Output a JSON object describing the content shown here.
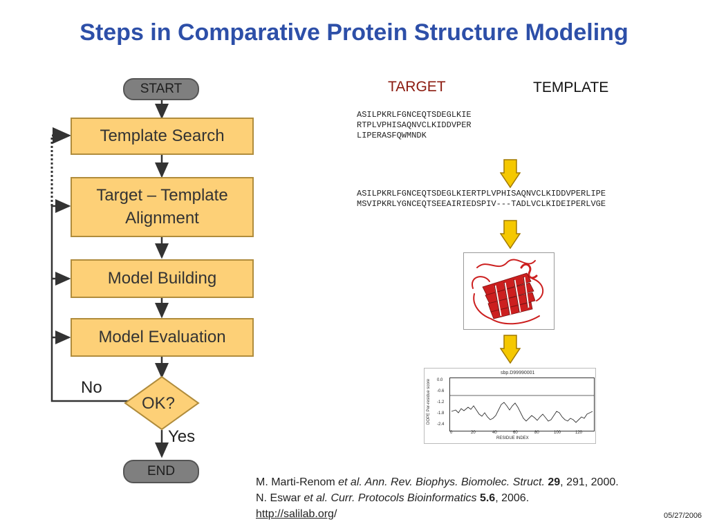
{
  "title": "Steps in Comparative Protein Structure Modeling",
  "flow": {
    "start": "START",
    "template_search": "Template Search",
    "alignment_line1": "Target – Template",
    "alignment_line2": "Alignment",
    "model_building": "Model Building",
    "model_evaluation": "Model Evaluation",
    "decision": "OK?",
    "no_label": "No",
    "yes_label": "Yes",
    "end": "END"
  },
  "headers": {
    "target": "TARGET",
    "template": "TEMPLATE"
  },
  "sequences": {
    "target_seq": "ASILPKRLFGNCEQTSDEGLKIE\nRTPLVPHISAQNVCLKIDDVPER\nLIPERASFQWMNDK",
    "alignment": "ASILPKRLFGNCEQTSDEGLKIERTPLVPHISAQNVCLKIDDVPERLIPE\nMSVIPKRLYGNCEQTSEEAIRIEDSPIV---TADLVCLKIDEIPERLVGE"
  },
  "profile_chart": {
    "chart_title": "sbp.D99990001",
    "y_axis_label": "DOPE Per-residue score",
    "x_axis_label": "RESIDUE INDEX",
    "x_ticks": [
      "0",
      "20",
      "40",
      "60",
      "80",
      "100",
      "120"
    ],
    "y_ticks": [
      "0.0",
      "-0.6",
      "-1.2",
      "-1.8",
      "-2.4"
    ]
  },
  "references": {
    "ref1_authors": "M. Marti-Renom ",
    "ref1_etal": "et al. Ann. Rev. Biophys. Biomolec. Struct.",
    "ref1_vol": "29",
    "ref1_rest": ", 291, 2000.",
    "ref2_authors": "N. Eswar ",
    "ref2_etal": "et al. Curr. Protocols Bioinformatics",
    "ref2_vol": "5.6",
    "ref2_rest": ", 2006.",
    "url": "http://salilab.org",
    "url_suffix": "/"
  },
  "date": "05/27/2006",
  "colors": {
    "title": "#2d4fa8",
    "box_fill": "#fdd077",
    "target_header": "#8b1a0f",
    "arrow_fill": "#f5c800",
    "arrow_stroke": "#a07800",
    "protein": "#cc1f1f"
  }
}
